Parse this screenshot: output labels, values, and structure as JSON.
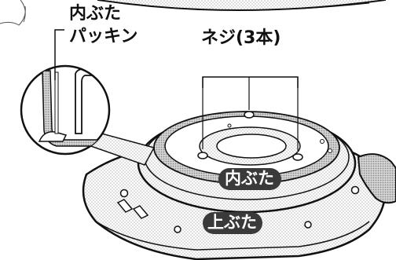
{
  "labels": {
    "inner_lid_gasket_line1": "内ぶた",
    "inner_lid_gasket_line2": "パッキン",
    "screws": "ネジ(3本)",
    "inner_lid": "内ぶた",
    "top_lid": "上ぶた"
  },
  "colors": {
    "ink": "#111111",
    "paper": "#ffffff",
    "shade": "#c8c8c8",
    "screen": "#9a9a9a",
    "pill": "#3a3a3a"
  }
}
